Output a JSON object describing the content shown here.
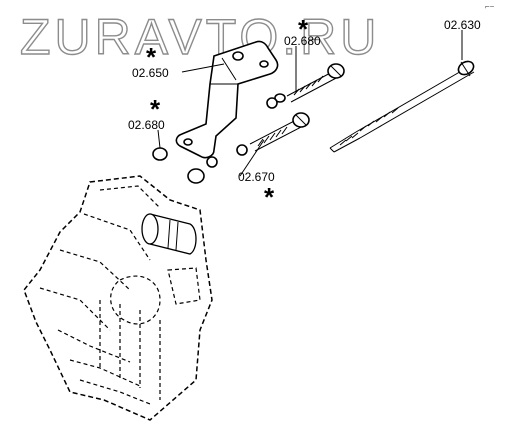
{
  "watermark": "ZURAVTO.RU",
  "corner_mark": "⌐−",
  "callouts": [
    {
      "id": "bracket",
      "label": "02.650",
      "starred": true
    },
    {
      "id": "nut-upper",
      "label": "02.680",
      "starred": true
    },
    {
      "id": "nut-lower",
      "label": "02.680",
      "starred": true
    },
    {
      "id": "bolt",
      "label": "02.670",
      "starred": true
    },
    {
      "id": "long-rod",
      "label": "02.630",
      "starred": false
    }
  ],
  "star_symbol": "*"
}
